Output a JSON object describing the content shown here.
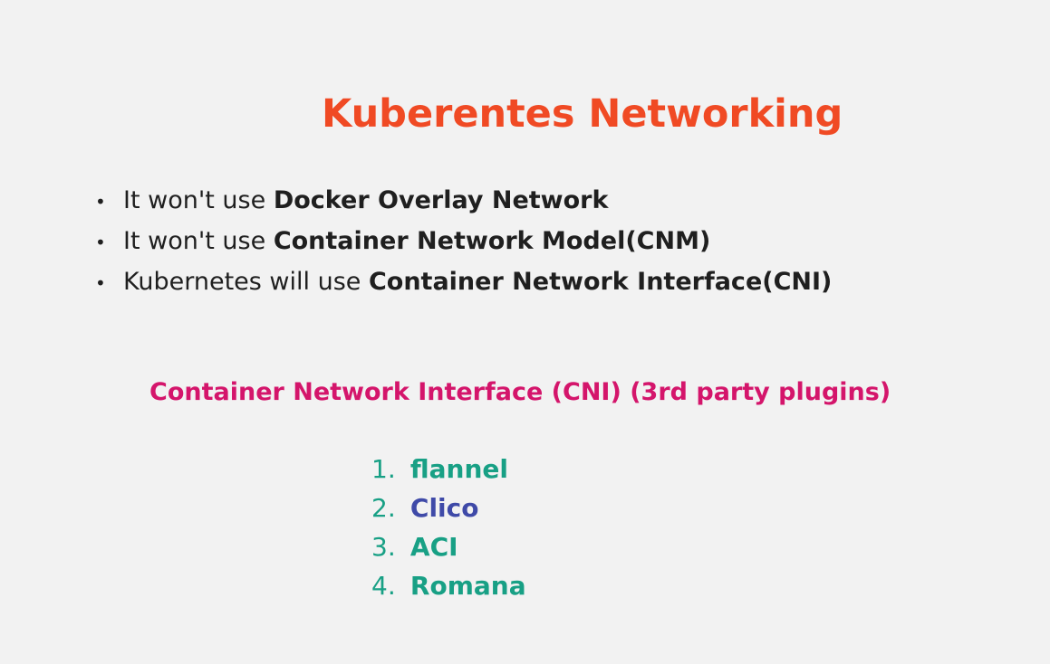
{
  "title": "Kuberentes Networking",
  "bullets": [
    {
      "prefix": "It won't use ",
      "strong": "Docker Overlay Network"
    },
    {
      "prefix": "It won't use ",
      "strong": "Container Network Model(CNM)"
    },
    {
      "prefix": "Kubernetes will use ",
      "strong": "Container Network Interface(CNI)"
    }
  ],
  "subtitle": "Container Network Interface (CNI) (3rd party plugins)",
  "plugins": [
    {
      "num": "1.",
      "name": "flannel",
      "color": "#18a085"
    },
    {
      "num": "2.",
      "name": "Clico",
      "color": "#3f4aa8"
    },
    {
      "num": "3.",
      "name": "ACI",
      "color": "#18a085"
    },
    {
      "num": "4.",
      "name": "Romana",
      "color": "#18a085"
    }
  ],
  "colors": {
    "title": "#f04a24",
    "subtitle": "#d4156b",
    "numbering": "#18a085",
    "background": "#f2f2f2"
  }
}
